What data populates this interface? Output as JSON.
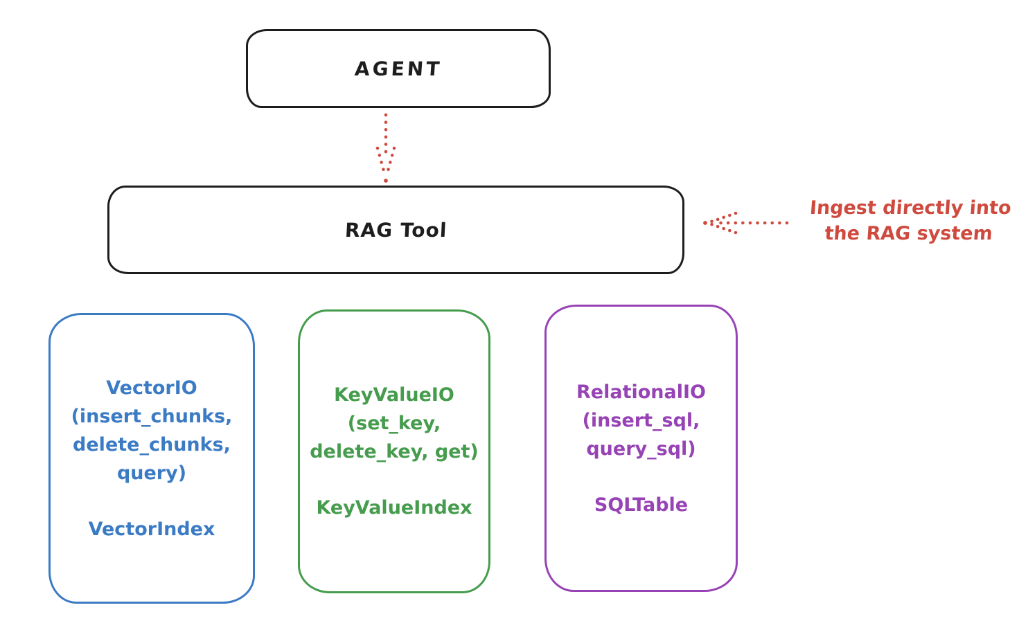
{
  "diagram": {
    "background": "#ffffff",
    "ink_color": "#1d1d1d",
    "accent_red": "#cf4a3e",
    "agent": {
      "label": "AGENT"
    },
    "rag_tool": {
      "label": "RAG Tool"
    },
    "annotation": {
      "line1": "Ingest directly into",
      "line2": "the RAG system",
      "color": "#cf4a3e"
    },
    "arrows": [
      {
        "name": "agent-to-rag-tool",
        "style": "dotted",
        "color": "#cf4a3e",
        "direction": "down"
      },
      {
        "name": "ingest-into-rag",
        "style": "dotted",
        "color": "#cf4a3e",
        "direction": "left"
      }
    ],
    "io_boxes": [
      {
        "name": "vector-io",
        "color": "#3b7bc4",
        "lines": [
          "VectorIO",
          "(insert_chunks,",
          "delete_chunks,",
          "query)"
        ],
        "index_label": "VectorIndex"
      },
      {
        "name": "keyvalue-io",
        "color": "#469c4d",
        "lines": [
          "KeyValueIO",
          "(set_key,",
          "delete_key, get)"
        ],
        "index_label": "KeyValueIndex"
      },
      {
        "name": "relational-io",
        "color": "#9743b5",
        "lines": [
          "RelationalIO",
          "(insert_sql,",
          "query_sql)"
        ],
        "index_label": "SQLTable"
      }
    ]
  }
}
